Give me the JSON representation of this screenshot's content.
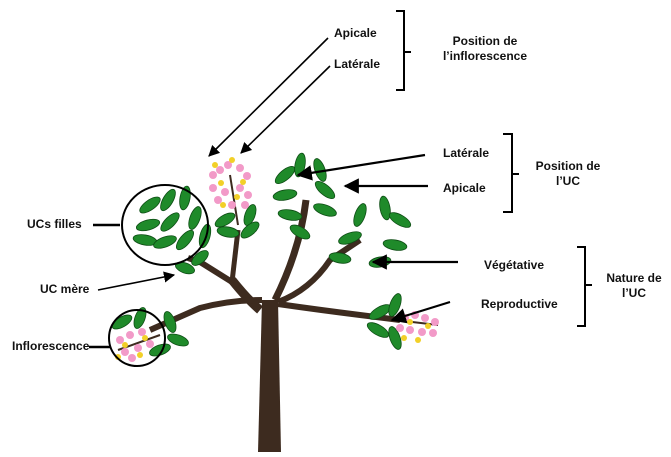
{
  "labels": {
    "apicale_top": "Apicale",
    "laterale_top": "Latérale",
    "position_inflorescence": [
      "Position de",
      "l’inflorescence"
    ],
    "laterale_uc": "Latérale",
    "apicale_uc": "Apicale",
    "position_uc": [
      "Position de",
      "l’UC"
    ],
    "vegetative": "Végétative",
    "reproductive": "Reproductive",
    "nature_uc": [
      "Nature de",
      "l’UC"
    ],
    "ucs_filles": "UCs filles",
    "uc_mere": "UC mère",
    "inflorescence": "Inflorescence"
  },
  "colors": {
    "trunk": "#3d2b1f",
    "leaf": "#1f8a2a",
    "leaf_vein": "#0d4d14",
    "flower_pink": "#f29ac8",
    "flower_yellow": "#f2d028",
    "ink": "#000000"
  }
}
